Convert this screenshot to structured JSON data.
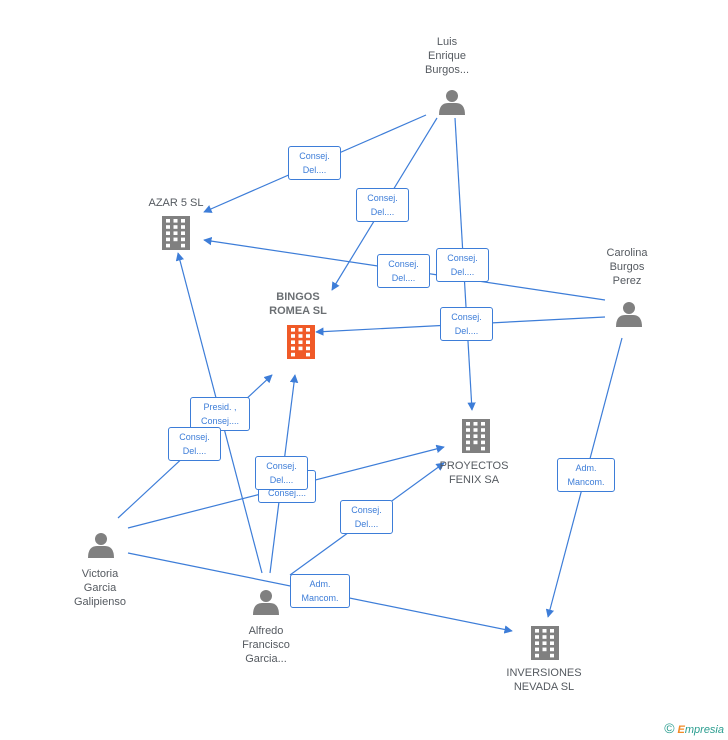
{
  "colors": {
    "edge": "#3d7dd8",
    "person_icon": "#808080",
    "company_icon": "#808080",
    "company_main_icon": "#f05a28",
    "label_text": "#555a60"
  },
  "nodes": [
    {
      "id": "luis",
      "type": "person",
      "lines": [
        "Luis",
        "Enrique",
        "Burgos..."
      ]
    },
    {
      "id": "carolina",
      "type": "person",
      "lines": [
        "Carolina",
        "Burgos",
        "Perez"
      ]
    },
    {
      "id": "victoria",
      "type": "person",
      "lines": [
        "Victoria",
        "Garcia",
        "Galipienso"
      ]
    },
    {
      "id": "alfredo",
      "type": "person",
      "lines": [
        "Alfredo",
        "Francisco",
        "Garcia..."
      ]
    },
    {
      "id": "azar",
      "type": "company",
      "lines": [
        "AZAR 5 SL"
      ]
    },
    {
      "id": "bingos",
      "type": "company_main",
      "lines": [
        "BINGOS",
        "ROMEA SL"
      ]
    },
    {
      "id": "proyectos",
      "type": "company",
      "lines": [
        "PROYECTOS",
        "FENIX SA"
      ]
    },
    {
      "id": "inversiones",
      "type": "company",
      "lines": [
        "INVERSIONES",
        "NEVADA SL"
      ]
    }
  ],
  "edges": [
    {
      "id": "e1",
      "lines": [
        "Consej.",
        "Del...."
      ]
    },
    {
      "id": "e2",
      "lines": [
        "Consej.",
        "Del...."
      ]
    },
    {
      "id": "e3",
      "lines": [
        "Consej.",
        "Del...."
      ]
    },
    {
      "id": "e4",
      "lines": [
        "Consej.",
        "Del...."
      ]
    },
    {
      "id": "e5",
      "lines": [
        "Consej.",
        "Del...."
      ]
    },
    {
      "id": "e6",
      "lines": [
        "Adm.",
        "Mancom."
      ]
    },
    {
      "id": "e7",
      "lines": [
        "Presid. ,",
        "Consej...."
      ]
    },
    {
      "id": "e8",
      "lines": [
        "Consej.",
        "Del...."
      ]
    },
    {
      "id": "e9",
      "lines": [
        "Consej...."
      ]
    },
    {
      "id": "e10",
      "lines": [
        "Consej.",
        "Del...."
      ]
    },
    {
      "id": "e11",
      "lines": [
        "Consej.",
        "Del...."
      ]
    },
    {
      "id": "e12",
      "lines": [
        "Adm.",
        "Mancom."
      ]
    }
  ],
  "footer": {
    "copyright": "©",
    "brand_first": "E",
    "brand_rest": "mpresia"
  }
}
